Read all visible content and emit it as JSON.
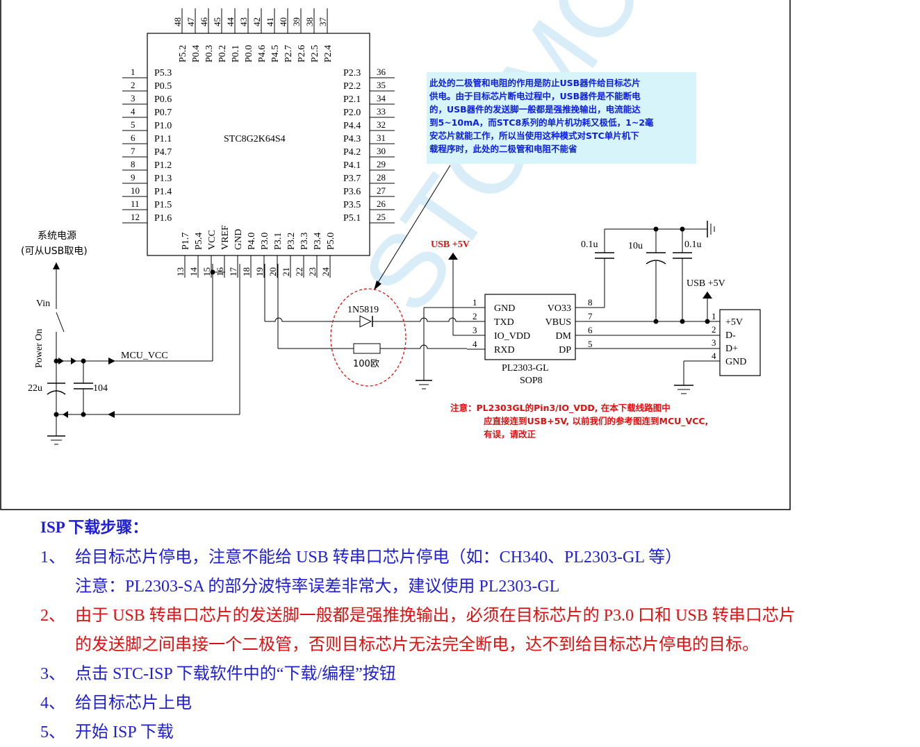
{
  "chip": {
    "name": "STC8G2K64S4",
    "top_pins": [
      {
        "num": "48",
        "label": "P5.2"
      },
      {
        "num": "47",
        "label": "P0.4"
      },
      {
        "num": "46",
        "label": "P0.3"
      },
      {
        "num": "45",
        "label": "P0.2"
      },
      {
        "num": "44",
        "label": "P0.1"
      },
      {
        "num": "43",
        "label": "P0.0"
      },
      {
        "num": "42",
        "label": "P4.6"
      },
      {
        "num": "41",
        "label": "P4.5"
      },
      {
        "num": "40",
        "label": "P2.7"
      },
      {
        "num": "39",
        "label": "P2.6"
      },
      {
        "num": "38",
        "label": "P2.5"
      },
      {
        "num": "37",
        "label": "P2.4"
      }
    ],
    "left_pins": [
      {
        "num": "1",
        "label": "P5.3"
      },
      {
        "num": "2",
        "label": "P0.5"
      },
      {
        "num": "3",
        "label": "P0.6"
      },
      {
        "num": "4",
        "label": "P0.7"
      },
      {
        "num": "5",
        "label": "P1.0"
      },
      {
        "num": "6",
        "label": "P1.1"
      },
      {
        "num": "7",
        "label": "P4.7"
      },
      {
        "num": "8",
        "label": "P1.2"
      },
      {
        "num": "9",
        "label": "P1.3"
      },
      {
        "num": "10",
        "label": "P1.4"
      },
      {
        "num": "11",
        "label": "P1.5"
      },
      {
        "num": "12",
        "label": "P1.6"
      }
    ],
    "right_pins": [
      {
        "num": "36",
        "label": "P2.3"
      },
      {
        "num": "35",
        "label": "P2.2"
      },
      {
        "num": "34",
        "label": "P2.1"
      },
      {
        "num": "33",
        "label": "P2.0"
      },
      {
        "num": "32",
        "label": "P4.4"
      },
      {
        "num": "31",
        "label": "P4.3"
      },
      {
        "num": "30",
        "label": "P4.2"
      },
      {
        "num": "29",
        "label": "P4.1"
      },
      {
        "num": "28",
        "label": "P3.7"
      },
      {
        "num": "27",
        "label": "P3.6"
      },
      {
        "num": "26",
        "label": "P3.5"
      },
      {
        "num": "25",
        "label": "P5.1"
      }
    ],
    "bottom_pins": [
      {
        "num": "13",
        "label": "P1.7"
      },
      {
        "num": "14",
        "label": "P5.4"
      },
      {
        "num": "15",
        "label": "VCC"
      },
      {
        "num": "16",
        "label": "VREF"
      },
      {
        "num": "17",
        "label": "GND"
      },
      {
        "num": "18",
        "label": "P4.0"
      },
      {
        "num": "19",
        "label": "P3.0"
      },
      {
        "num": "20",
        "label": "P3.1"
      },
      {
        "num": "21",
        "label": "P3.2"
      },
      {
        "num": "22",
        "label": "P3.3"
      },
      {
        "num": "23",
        "label": "P3.4"
      },
      {
        "num": "24",
        "label": "P5.0"
      }
    ]
  },
  "power": {
    "system_power_line1": "系统电源",
    "system_power_line2": "(可从USB取电)",
    "vin": "Vin",
    "power_on": "Power On",
    "mcu_vcc": "MCU_VCC",
    "cap_22u": "22u",
    "cap_104": "104"
  },
  "usb_circuit": {
    "usb_5v_red": "USB +5V",
    "usb_5v": "USB +5V",
    "diode": "1N5819",
    "resistor": "100欧",
    "cap_1": "0.1u",
    "cap_2": "10u",
    "cap_3": "0.1u",
    "bridge_name": "PL2303-GL",
    "bridge_package": "SOP8",
    "bridge_left_pins": [
      {
        "num": "1",
        "label": "GND"
      },
      {
        "num": "2",
        "label": "TXD"
      },
      {
        "num": "3",
        "label": "IO_VDD"
      },
      {
        "num": "4",
        "label": "RXD"
      }
    ],
    "bridge_right_pins": [
      {
        "num": "8",
        "label": "VO33"
      },
      {
        "num": "7",
        "label": "VBUS"
      },
      {
        "num": "6",
        "label": "DM"
      },
      {
        "num": "5",
        "label": "DP"
      }
    ],
    "connector_pins": [
      {
        "num": "1",
        "label": "+5V"
      },
      {
        "num": "2",
        "label": "D-"
      },
      {
        "num": "3",
        "label": "D+"
      },
      {
        "num": "4",
        "label": "GND"
      }
    ]
  },
  "notes": {
    "blue_box": [
      "此处的二极管和电阻的作用是防止USB器件给目标芯片",
      "供电。由于目标芯片断电过程中，USB器件是不能断电",
      "的，USB器件的发送脚一般都是强推挽输出，电流能达",
      "到5~10mA，而STC8系列的单片机功耗又极低，1~2毫",
      "安芯片就能工作，所以当使用这种模式对STC单片机下",
      "载程序时，此处的二极管和电阻不能省"
    ],
    "red_note": [
      "注意：PL2303GL的Pin3/IO_VDD, 在本下载线路图中",
      "应直接连到USB+5V, 以前我们的参考图连到MCU_VCC,",
      "有误，请改正"
    ],
    "watermark": "STC MCU"
  },
  "steps": {
    "title": "ISP 下载步骤：",
    "items": [
      {
        "num": "1、",
        "lines": [
          "给目标芯片停电，注意不能给 USB 转串口芯片停电（如：CH340、PL2303-GL 等）",
          "注意：PL2303-SA 的部分波特率误差非常大，建议使用 PL2303-GL"
        ],
        "color": "#1f1fd6"
      },
      {
        "num": "2、",
        "lines": [
          "由于 USB 转串口芯片的发送脚一般都是强推挽输出，必须在目标芯片的 P3.0 口和 USB 转串口芯片",
          "的发送脚之间串接一个二极管，否则目标芯片无法完全断电，达不到给目标芯片停电的目标。"
        ],
        "color": "#e01010"
      },
      {
        "num": "3、",
        "lines": [
          "点击 STC-ISP 下载软件中的“下载/编程”按钮"
        ],
        "color": "#1f1fd6"
      },
      {
        "num": "4、",
        "lines": [
          "给目标芯片上电"
        ],
        "color": "#1f1fd6"
      },
      {
        "num": "5、",
        "lines": [
          "开始 ISP 下载"
        ],
        "color": "#1f1fd6"
      }
    ]
  }
}
